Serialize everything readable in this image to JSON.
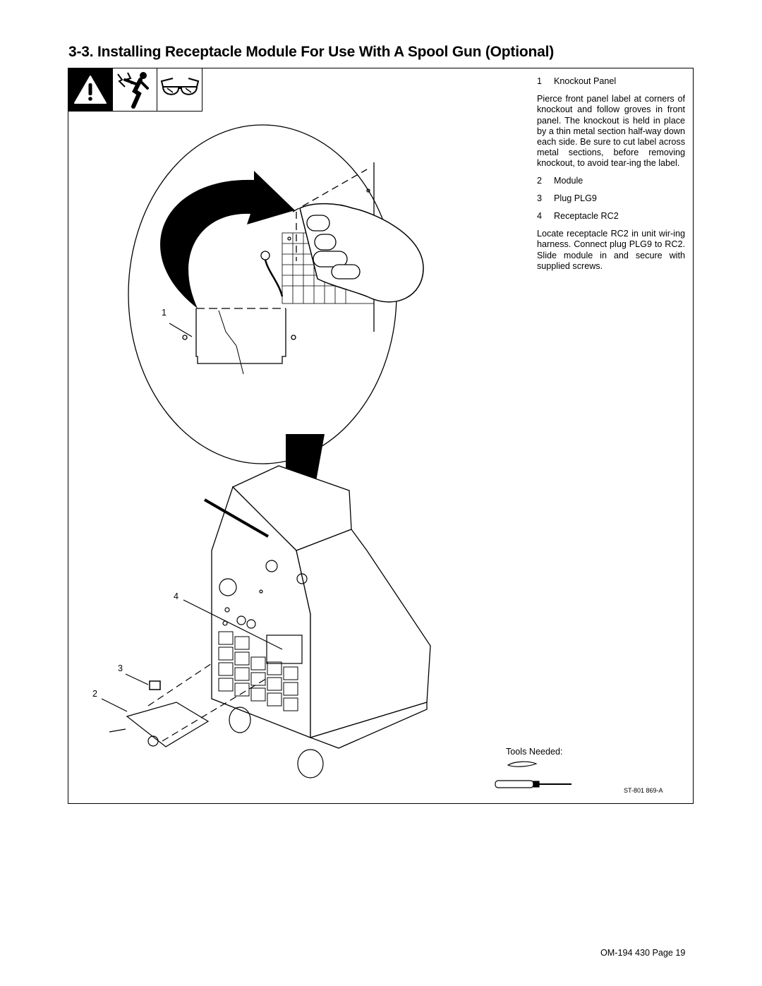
{
  "title": "3-3.   Installing Receptacle Module For Use With A Spool Gun (Optional)",
  "safety_icons": [
    "warning-icon",
    "electric-shock-icon",
    "safety-glasses-icon"
  ],
  "legend": {
    "item1_num": "1",
    "item1_label": "Knockout Panel",
    "para1": "Pierce front panel label at corners of knockout and follow groves in front panel. The knockout is held in place by a thin metal section half-way down each side. Be sure to cut label across metal sections, before removing knockout, to avoid tear-ing the label.",
    "item2_num": "2",
    "item2_label": "Module",
    "item3_num": "3",
    "item3_label": "Plug PLG9",
    "item4_num": "4",
    "item4_label": "Receptacle RC2",
    "para2": "Locate receptacle RC2 in unit wir-ing harness. Connect plug PLG9 to RC2. Slide module in and secure with supplied screws."
  },
  "callouts": {
    "c1": "1",
    "c2": "2",
    "c3": "3",
    "c4": "4"
  },
  "tools_needed": "Tools Needed:",
  "figure_ref": "ST-801 869-A",
  "footer": "OM-194 430 Page 19"
}
